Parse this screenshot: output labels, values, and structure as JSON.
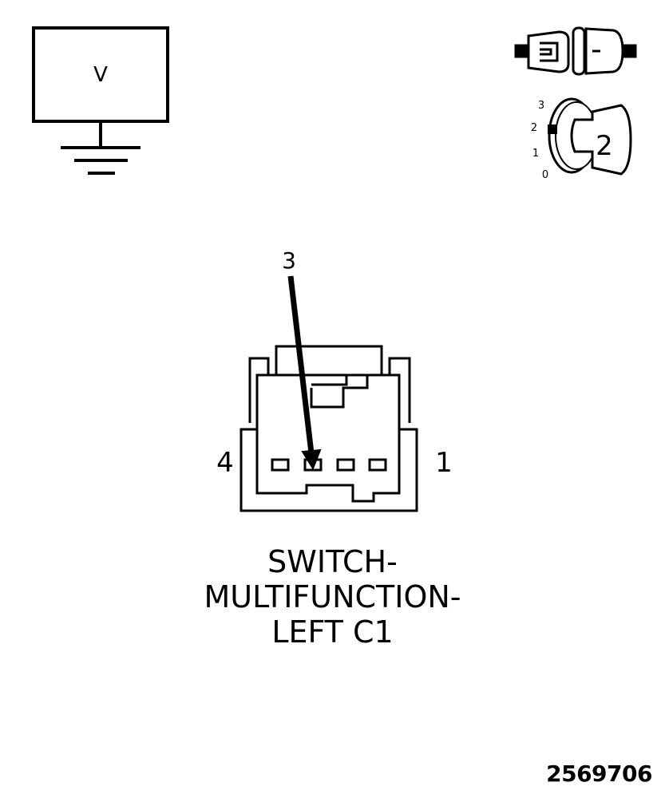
{
  "meter": {
    "mode_label": "V"
  },
  "ignition": {
    "positions": [
      "3",
      "2",
      "1",
      "0"
    ],
    "key_label": "2"
  },
  "connector": {
    "cavity_callout": "3",
    "left_pin_label": "4",
    "right_pin_label": "1"
  },
  "title": {
    "line1": "SWITCH-",
    "line2": "MULTIFUNCTION-",
    "line3": "LEFT C1"
  },
  "figure_id": "2569706"
}
